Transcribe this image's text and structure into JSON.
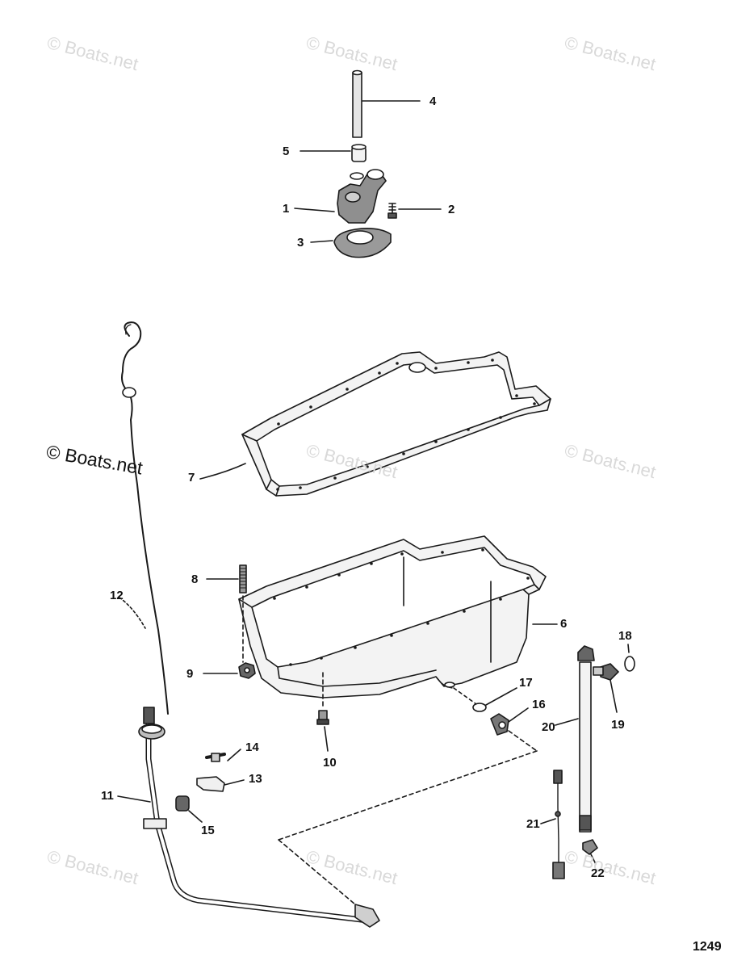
{
  "watermark": "© Boats.net",
  "figure_number": "1249",
  "callouts": [
    "1",
    "2",
    "3",
    "4",
    "5",
    "6",
    "7",
    "8",
    "9",
    "10",
    "11",
    "12",
    "13",
    "14",
    "15",
    "16",
    "17",
    "18",
    "19",
    "20",
    "21",
    "22"
  ],
  "colors": {
    "line": "#1a1a1a",
    "shade": "#9a9a9a",
    "light": "#cfcfcf",
    "watermark": "#d9d9d9"
  }
}
